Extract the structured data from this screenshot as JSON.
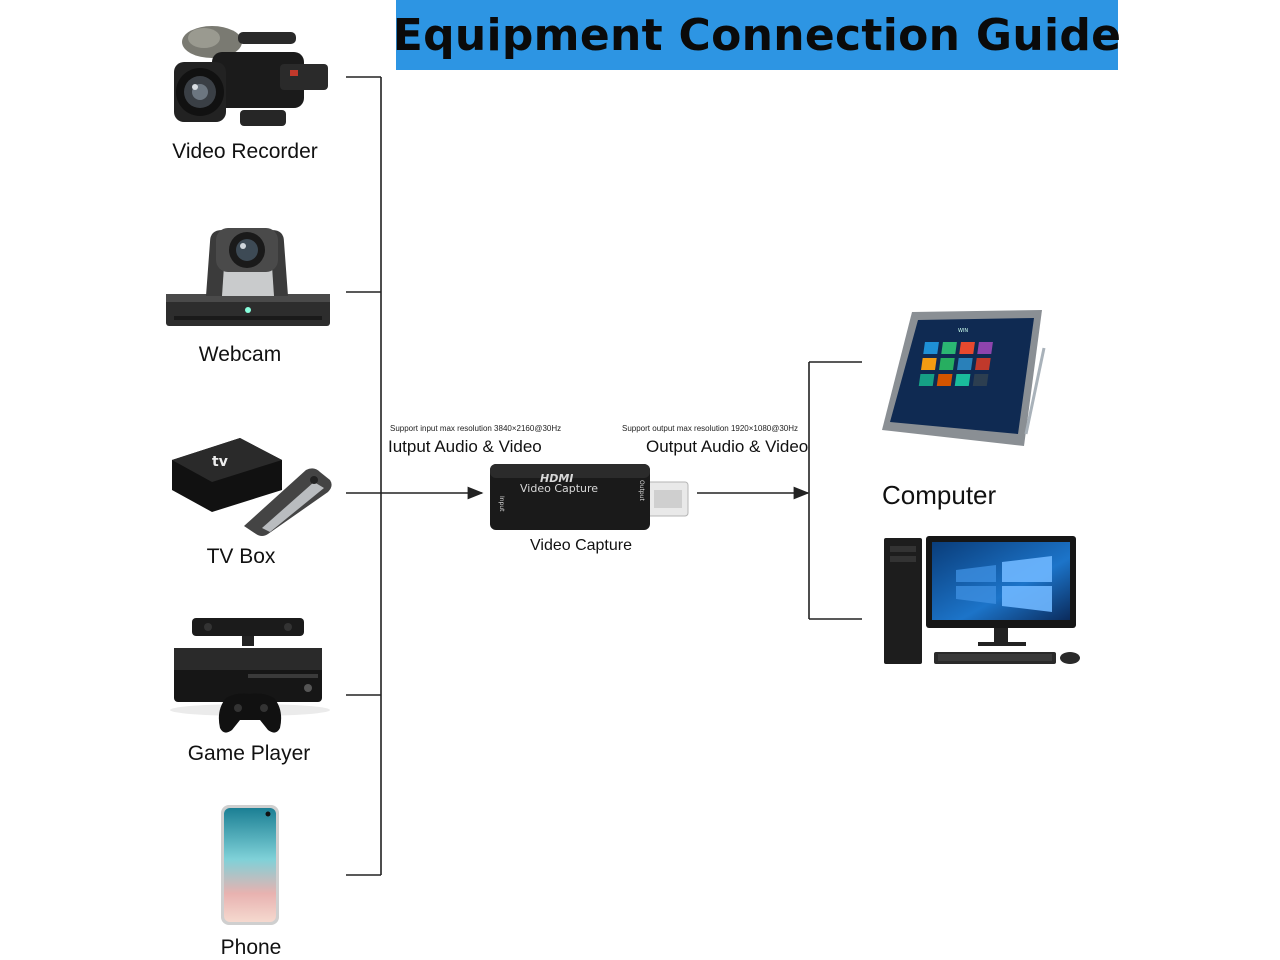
{
  "title": "Equipment Connection Guide",
  "sources": [
    {
      "id": "video-recorder",
      "label": "Video Recorder",
      "icon": "video-recorder-icon"
    },
    {
      "id": "webcam",
      "label": "Webcam",
      "icon": "webcam-icon"
    },
    {
      "id": "tv-box",
      "label": "TV Box",
      "icon": "tv-box-icon"
    },
    {
      "id": "game-player",
      "label": "Game Player",
      "icon": "game-console-icon"
    },
    {
      "id": "phone",
      "label": "Phone",
      "icon": "phone-icon"
    }
  ],
  "input": {
    "note": "Support input max resolution 3840×2160@30Hz",
    "label": "Iutput Audio & Video"
  },
  "output": {
    "note": "Support output max resolution 1920×1080@30Hz",
    "label": "Output Audio & Video"
  },
  "device": {
    "caption": "Video Capture",
    "brand": "HDMI",
    "product": "Video Capture",
    "port_in": "Input",
    "port_out": "Output"
  },
  "target": {
    "label": "Computer",
    "icons": [
      "tablet-computer-icon",
      "desktop-computer-icon"
    ],
    "tablet_os_text": "WIN"
  },
  "colors": {
    "banner": "#2d95e3",
    "line": "#222222"
  }
}
